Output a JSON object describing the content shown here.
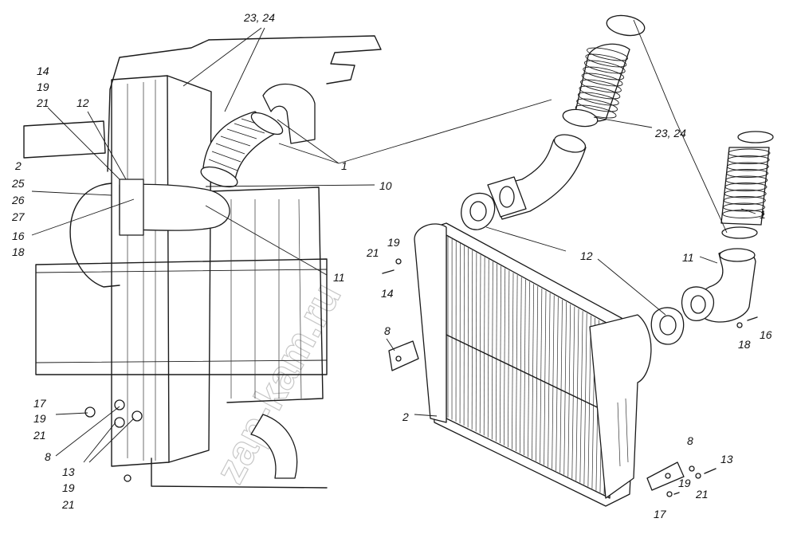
{
  "title": "Exploded view of charge air cooler (intercooler) installation",
  "watermark": "zap-kam.ru",
  "callouts": {
    "c23_24_top": "23, 24",
    "c14": "14",
    "c19a": "19",
    "c21a": "21",
    "c12a": "12",
    "c2a": "2",
    "c25": "25",
    "c26": "26",
    "c27": "27",
    "c16a": "16",
    "c18a": "18",
    "c1a": "1",
    "c10": "10",
    "c11a": "11",
    "c23_24_right": "23, 24",
    "c1b": "1",
    "c11b": "11",
    "c12b": "12",
    "c19b": "19",
    "c21b": "21",
    "c14b": "14",
    "c8a": "8",
    "c2b": "2",
    "c18b": "18",
    "c16b": "16",
    "c17a": "17",
    "c19c": "19",
    "c21c": "21",
    "c8b": "8",
    "c13a": "13",
    "c19d": "19",
    "c21d": "21",
    "c8c": "8",
    "c13b": "13",
    "c19e": "19",
    "c21e": "21",
    "c17b": "17"
  }
}
